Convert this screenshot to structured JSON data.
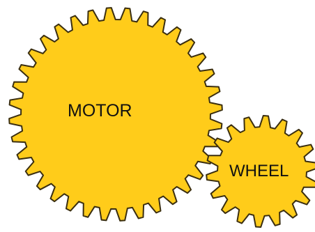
{
  "gears": [
    {
      "id": "motor",
      "label": "MOTOR",
      "teeth": 36
    },
    {
      "id": "wheel",
      "label": "WHEEL",
      "teeth": 18
    }
  ],
  "colors": {
    "gear_fill": "#FFCC1A",
    "gear_outline": "#3A2E10",
    "label_text": "#111111",
    "background": "#FFFFFF"
  }
}
